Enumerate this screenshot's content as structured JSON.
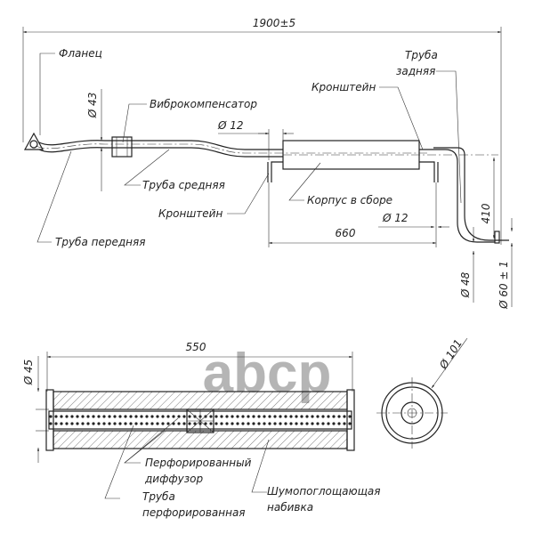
{
  "title": "Exhaust system drawing",
  "watermark": "abcp",
  "colors": {
    "line": "#222222",
    "watermark": "#b5b5b5"
  },
  "top_view": {
    "overall_length": "1900±5",
    "labels": {
      "flange": "Фланец",
      "vibro": "Виброкомпенсатор",
      "mid_pipe": "Труба средняя",
      "bracket_front": "Кронштейн",
      "front_pipe": "Труба передняя",
      "bracket_rear": "Кронштейн",
      "rear_pipe_1": "Труба",
      "rear_pipe_2": "задняя",
      "body": "Корпус в сборе"
    },
    "dims": {
      "d43": "Ø 43",
      "d12_top": "Ø 12",
      "d12_bottom": "Ø 12",
      "len660": "660",
      "h410": "410",
      "d48": "Ø 48",
      "d60": "Ø 60 ± 1"
    }
  },
  "section_view": {
    "length": "550",
    "d45": "Ø 45",
    "d101": "Ø 101",
    "labels": {
      "diffuser_1": "Перфорированный",
      "diffuser_2": "диффузор",
      "perf_pipe_1": "Труба",
      "perf_pipe_2": "перфорированная",
      "packing_1": "Шумопоглощающая",
      "packing_2": "набивка"
    }
  }
}
